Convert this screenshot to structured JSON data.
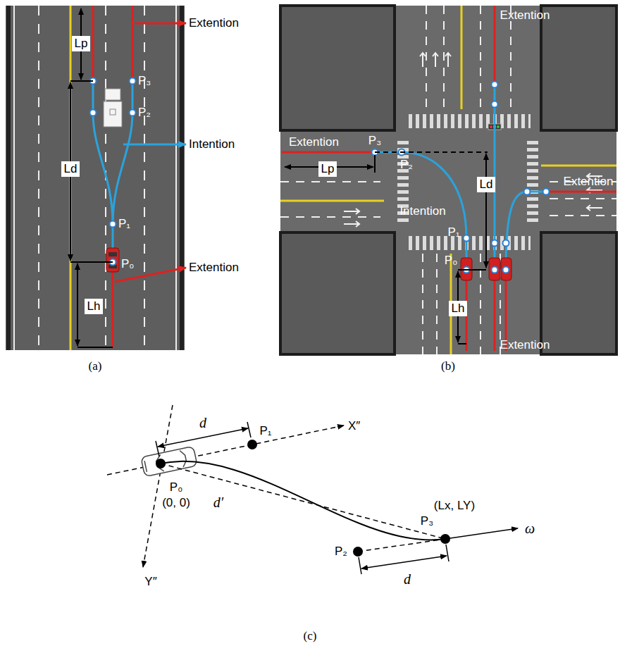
{
  "diagram": {
    "labels": [
      "Lp",
      "Extention",
      "P₃",
      "P₂",
      "Intention",
      "Ld",
      "P₁",
      "P₀",
      "Extention",
      "Lh",
      "(a)",
      "Extention",
      "Extention",
      "Lp",
      "P₃",
      "P₂",
      "Intention",
      "Ld",
      "Extention",
      "P₁",
      "P₀",
      "Lh",
      "Extention",
      "(b)",
      "d",
      "P₁",
      "X″",
      "P₀",
      "(0, 0)",
      "d′",
      "(Lx, LY)",
      "P₃",
      "ω",
      "P₂",
      "d",
      "Y″",
      "(c)"
    ]
  }
}
